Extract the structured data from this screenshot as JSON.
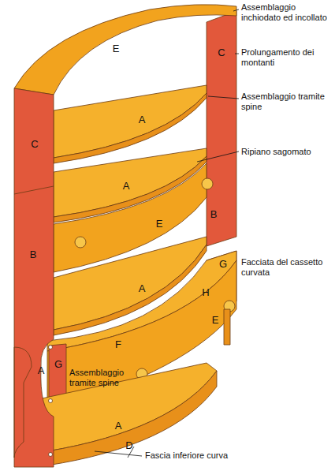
{
  "diagram": {
    "labels": [
      "Assemblaggio inchiodato ed incollato",
      "E",
      "C",
      "Prolungamento dei montanti",
      "Assemblaggio tramite spine",
      "A",
      "C",
      "Ripiano sagomato",
      "A",
      "E",
      "B",
      "B",
      "Facciata del cassetto curvata",
      "G",
      "A",
      "H",
      "E",
      "F",
      "A",
      "G",
      "Assemblaggio tramite spine",
      "A",
      "Fascia inferiore curva",
      "D"
    ]
  }
}
